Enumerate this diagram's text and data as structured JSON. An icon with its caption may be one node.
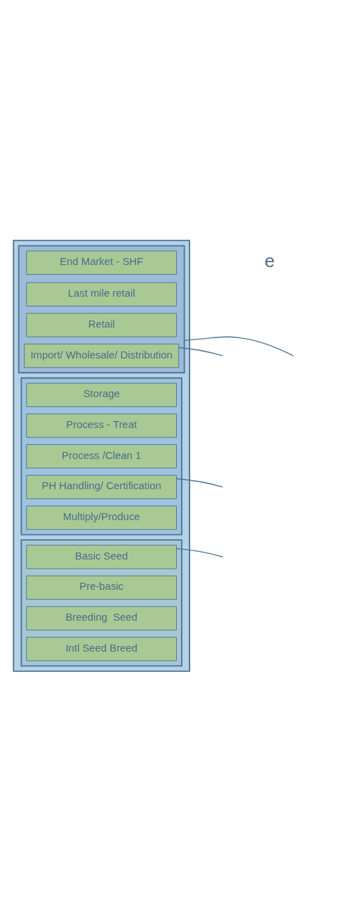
{
  "diagram": {
    "nodes": [
      {
        "text": [],
        "shape": "box"
      },
      {
        "text": [],
        "shape": "box",
        "in": 0
      },
      {
        "text": [
          "End Market - SHF"
        ],
        "in": 1
      },
      {
        "text": [
          "Last mile retail"
        ],
        "in": 1
      },
      {
        "text": [
          "Retail"
        ],
        "in": 1
      },
      {
        "text": [
          "Import/ Wholesale/ Distribution"
        ],
        "in": 1
      },
      {
        "text": [],
        "shape": "box",
        "in": 0
      },
      {
        "text": [
          "Storage"
        ],
        "in": 6
      },
      {
        "text": [
          "Process - Treat"
        ],
        "in": 6
      },
      {
        "text": [
          "Process /Clean 1"
        ],
        "in": 6
      },
      {
        "text": [
          "PH Handling/ Certification"
        ],
        "in": 6
      },
      {
        "text": [
          "Multiply/Produce"
        ],
        "in": 6
      },
      {
        "text": [],
        "shape": "box",
        "in": 0
      },
      {
        "text": [
          "Basic Seed"
        ],
        "in": 12
      },
      {
        "text": [
          "Pre-basic"
        ],
        "in": 12
      },
      {
        "text": [
          "Breeding  Seed"
        ],
        "in": 12
      },
      {
        "text": [
          "Intl Seed Breed"
        ],
        "in": 12
      }
    ],
    "edges": [
      {
        "from": 5,
        "to": null,
        "arrow": "none"
      },
      {
        "from": 1,
        "to": null,
        "arrow": "none"
      },
      {
        "from": 10,
        "to": null,
        "arrow": "none"
      },
      {
        "from": 13,
        "to": null,
        "arrow": "none"
      }
    ],
    "labels": [
      "e"
    ]
  }
}
